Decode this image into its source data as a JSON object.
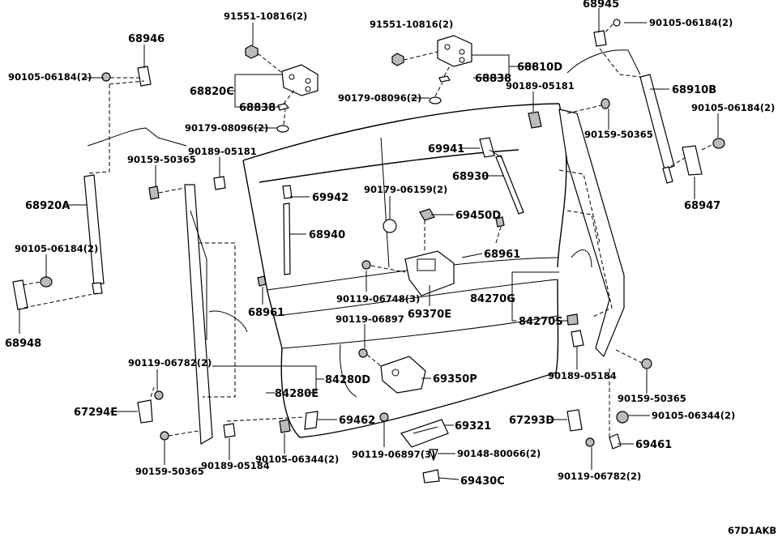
{
  "diagram": {
    "code": "67D1AKB",
    "labels": {
      "p68945": "68945",
      "p90105_06184_top": "90105-06184(2)",
      "p91551_left": "91551-10816(2)",
      "p91551_right": "91551-10816(2)",
      "p68946": "68946",
      "p90105_06184_left": "90105-06184(2)",
      "p68820C": "68820C",
      "p68838_left": "68838",
      "p90179_08096_left": "90179-08096(2)",
      "p68810D": "68810D",
      "p68838_right": "68838",
      "p90179_08096_right": "90179-08096(2)",
      "p90189_05181_right": "90189-05181",
      "p68910B": "68910B",
      "p90159_50365_top": "90159-50365",
      "p90105_06184_right": "90105-06184(2)",
      "p90159_50365_left": "90159-50365",
      "p90189_05181_left": "90189-05181",
      "p69941": "69941",
      "p68930": "68930",
      "p68947": "68947",
      "p68920A": "68920A",
      "p69942": "69942",
      "p90179_06159": "90179-06159(2)",
      "p69450D": "69450D",
      "p68940": "68940",
      "p90105_06184_left2": "90105-06184(2)",
      "p68961_right": "68961",
      "p90119_06748": "90119-06748(3)",
      "p68961_left": "68961",
      "p84270G": "84270G",
      "p69370E": "69370E",
      "p90119_06897": "90119-06897",
      "p84270S": "84270S",
      "p68948": "68948",
      "p90119_06782_left": "90119-06782(2)",
      "p84280D": "84280D",
      "p69350P": "69350P",
      "p90189_05184_right": "90189-05184",
      "p84280E": "84280E",
      "p90159_50365_right": "90159-50365",
      "p67294E": "67294E",
      "p69462": "69462",
      "p69321": "69321",
      "p67293D": "67293D",
      "p90105_06344_right": "90105-06344(2)",
      "p69461": "69461",
      "p90119_06897_3": "90119-06897(3)",
      "p90148_80066": "90148-80066(2)",
      "p90105_06344_left": "90105-06344(2)",
      "p90159_50365_bottom": "90159-50365",
      "p90189_05184_left": "90189-05184",
      "p69430C": "69430C",
      "p90119_06782_right": "90119-06782(2)"
    }
  }
}
